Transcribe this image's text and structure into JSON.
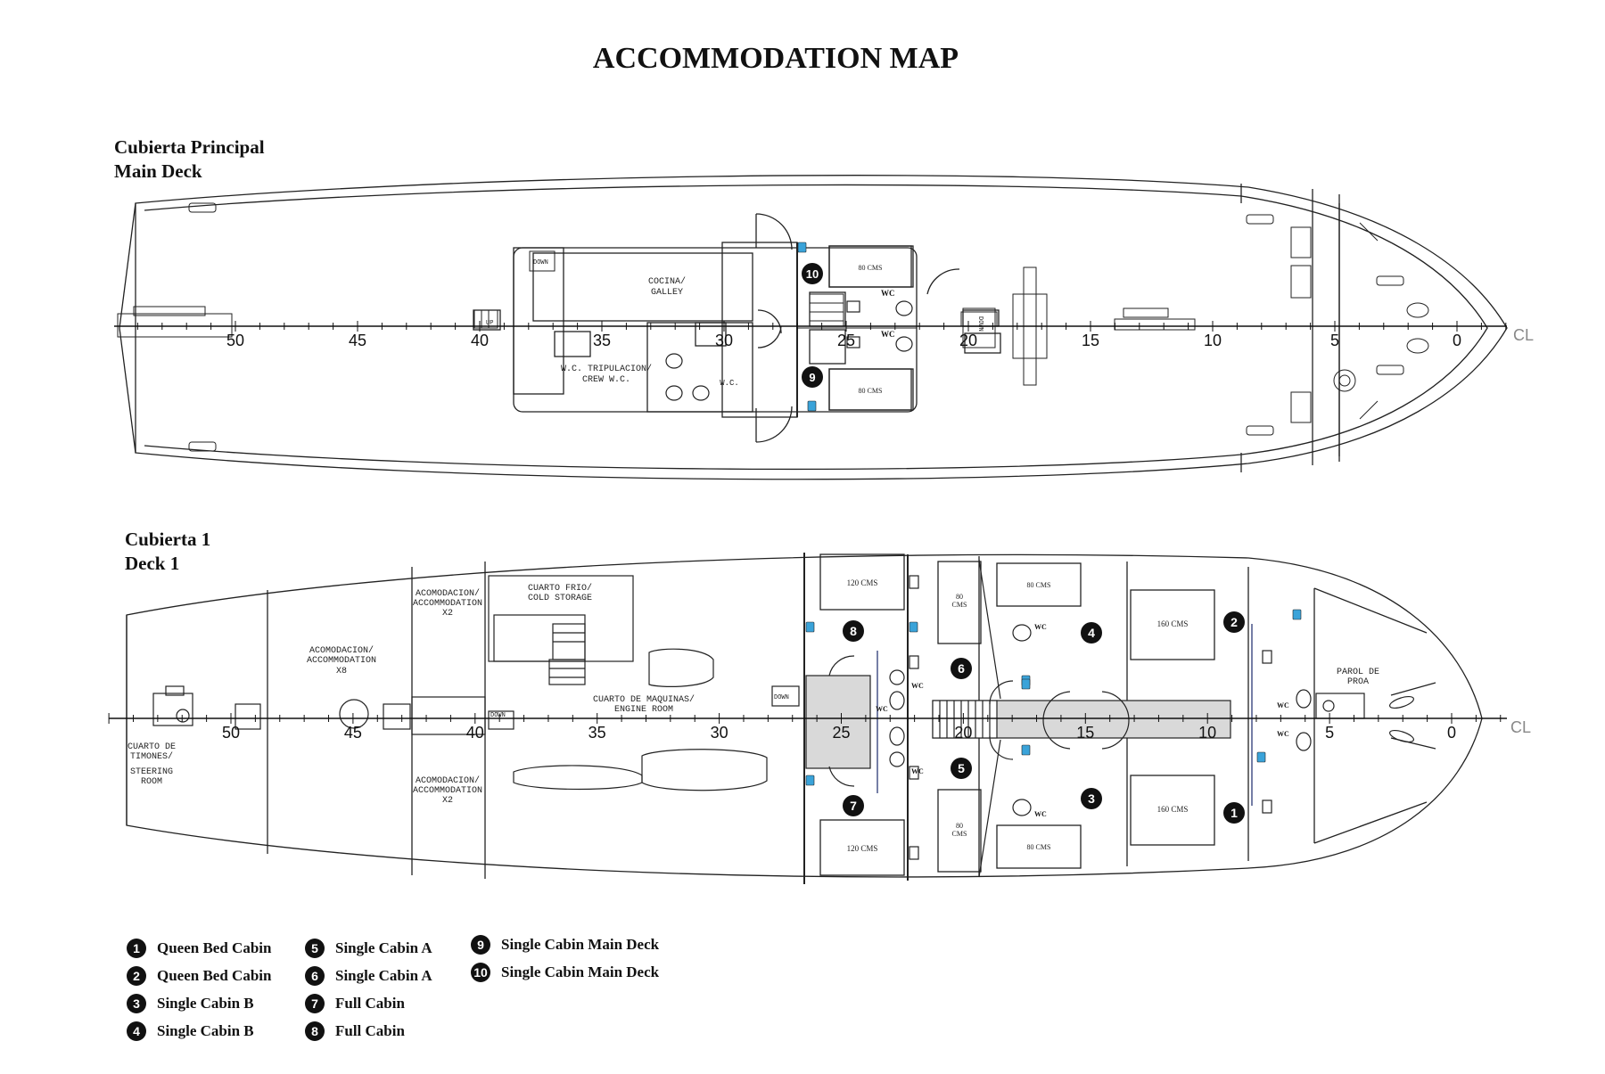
{
  "title": "ACCOMMODATION MAP",
  "main_deck": {
    "label_es": "Cubierta Principal",
    "label_en": "Main Deck",
    "axis_ticks": [
      "50",
      "45",
      "40",
      "35",
      "30",
      "25",
      "20",
      "15",
      "10",
      "5",
      "0"
    ],
    "centerline": "CL",
    "rooms": {
      "galley": [
        "COCINA/",
        "GALLEY"
      ],
      "crew_wc": [
        "W.C. TRIPULACION/",
        "CREW W.C."
      ],
      "wc_small": "W.C.",
      "up": "UP",
      "down": "DOWN",
      "down2": "DOWN"
    },
    "bed_labels": [
      "80 CMS",
      "80 CMS"
    ],
    "wc_labels": [
      "WC",
      "WC"
    ],
    "cabin_markers": [
      "10",
      "9"
    ]
  },
  "deck_1": {
    "label_es": "Cubierta 1",
    "label_en": "Deck 1",
    "axis_ticks": [
      "50",
      "45",
      "40",
      "35",
      "30",
      "25",
      "20",
      "15",
      "10",
      "5",
      "0"
    ],
    "centerline": "CL",
    "rooms": {
      "steering": [
        "CUARTO DE",
        "TIMONES/",
        "",
        "STEERING",
        "ROOM"
      ],
      "acc_x8": [
        "ACOMODACION/",
        "ACCOMMODATION",
        "X8"
      ],
      "acc_x2_top": [
        "ACOMODACION/",
        "ACCOMMODATION",
        "X2"
      ],
      "acc_x2_bottom": [
        "ACOMODACION/",
        "ACCOMMODATION",
        "X2"
      ],
      "cold": [
        "CUARTO FRIO/",
        "COLD STORAGE"
      ],
      "engine": [
        "CUARTO DE MAQUINAS/",
        "ENGINE ROOM"
      ],
      "parol": [
        "PAROL DE",
        "PROA"
      ],
      "down": "DOWN",
      "down2": "DOWN"
    },
    "bed_labels": {
      "b8": "120 CMS",
      "b7": "120 CMS",
      "b6": [
        "80",
        "CMS"
      ],
      "b5": [
        "80",
        "CMS"
      ],
      "b4": "80 CMS",
      "b3": "80 CMS",
      "b2": "160 CMS",
      "b1": "160 CMS"
    },
    "wc_label": "WC",
    "cabin_markers": [
      "8",
      "7",
      "6",
      "5",
      "4",
      "3",
      "2",
      "1"
    ]
  },
  "legend": [
    {
      "num": "1",
      "label": "Queen Bed Cabin"
    },
    {
      "num": "2",
      "label": "Queen Bed Cabin"
    },
    {
      "num": "3",
      "label": "Single Cabin B"
    },
    {
      "num": "4",
      "label": "Single Cabin B"
    },
    {
      "num": "5",
      "label": "Single Cabin A"
    },
    {
      "num": "6",
      "label": "Single Cabin A"
    },
    {
      "num": "7",
      "label": "Full Cabin"
    },
    {
      "num": "8",
      "label": "Full Cabin"
    },
    {
      "num": "9",
      "label": "Single Cabin Main Deck"
    },
    {
      "num": "10",
      "label": "Single Cabin Main Deck"
    }
  ],
  "colors": {
    "line": "#222222",
    "marker": "#111111",
    "shaded": "#d9d9d9",
    "water_icon": "#3aa3d9"
  }
}
